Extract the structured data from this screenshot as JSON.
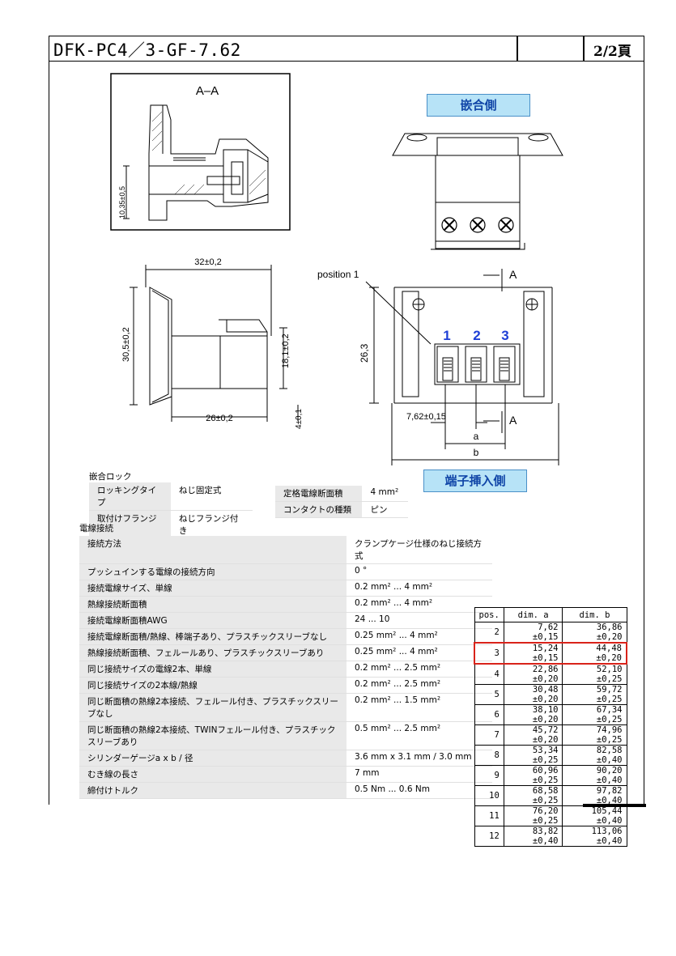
{
  "header": {
    "title": "DFK-PC4／3-GF-7.62",
    "page": "2/2頁"
  },
  "drawing": {
    "section_label": "A–A",
    "dim_section_h": "10,35±0,5",
    "dim_side_top": "32±0,2",
    "dim_side_h": "30,5±0,2",
    "dim_side_inner_h": "18,1±0,2",
    "dim_side_bottom": "26±0,2",
    "dim_side_foot": "4±0,1",
    "front_height": "26,3",
    "pitch": "7,62±0,15",
    "dim_a": "a",
    "dim_b": "b",
    "position_label": "position 1",
    "section_marker": "A",
    "pin_numbers": [
      "1",
      "2",
      "3"
    ]
  },
  "badges": {
    "mating": "嵌合側",
    "insertion": "端子挿入側"
  },
  "lock": {
    "heading": "嵌合ロック",
    "rows": [
      {
        "key": "ロッキングタイプ",
        "value": "ねじ固定式"
      },
      {
        "key": "取付けフランジ",
        "value": "ねじフランジ付き"
      }
    ]
  },
  "rated": {
    "rows": [
      {
        "key": "定格電線断面積",
        "value": "4 mm²"
      },
      {
        "key": "コンタクトの種類",
        "value": "ピン"
      }
    ]
  },
  "wire": {
    "heading": "電線接続",
    "rows": [
      {
        "key": "接続方法",
        "value": "クランプケージ仕様のねじ接続方式"
      },
      {
        "key": "プッシュインする電線の接続方向",
        "value": "0 °"
      },
      {
        "key": "接続電線サイズ、単線",
        "value": "0.2 mm² ... 4 mm²"
      },
      {
        "key": "熱線接続断面積",
        "value": "0.2 mm² ... 4 mm²"
      },
      {
        "key": "接続電線断面積AWG",
        "value": "24 ... 10"
      },
      {
        "key": "接続電線断面積/熱線、棒端子あり、プラスチックスリーブなし",
        "value": "0.25 mm² ... 4 mm²"
      },
      {
        "key": "熱線接続断面積、フェルールあり、プラスチックスリーブあり",
        "value": "0.25 mm² ... 4 mm²"
      },
      {
        "key": "同じ接続サイズの電線2本、単線",
        "value": "0.2 mm² ... 2.5 mm²"
      },
      {
        "key": "同じ接続サイズの2本線/熱線",
        "value": "0.2 mm² ... 2.5 mm²"
      },
      {
        "key": "同じ断面積の熱線2本接続、フェルール付き、プラスチックスリーブなし",
        "value": "0.2 mm² ... 1.5 mm²"
      },
      {
        "key": "同じ断面積の熱線2本接続、TWINフェルール付き、プラスチックスリーブあり",
        "value": "0.5 mm² ... 2.5 mm²"
      },
      {
        "key": "シリンダーゲージa x b / 径",
        "value": "3.6 mm x 3.1 mm / 3.0 mm"
      },
      {
        "key": "むき線の長さ",
        "value": "7 mm"
      },
      {
        "key": "締付けトルク",
        "value": "0.5 Nm ... 0.6 Nm"
      }
    ]
  },
  "dims_table": {
    "headers": [
      "pos.",
      "dim. a",
      "dim. b"
    ],
    "highlight_color": "#d9231a",
    "rows": [
      {
        "pos": "2",
        "a": "7,62 ±0,15",
        "b": "36,86 ±0,20"
      },
      {
        "pos": "3",
        "a": "15,24 ±0,15",
        "b": "44,48 ±0,20",
        "highlight": true
      },
      {
        "pos": "4",
        "a": "22,86 ±0,20",
        "b": "52,10 ±0,25"
      },
      {
        "pos": "5",
        "a": "30,48 ±0,20",
        "b": "59,72 ±0,25"
      },
      {
        "pos": "6",
        "a": "38,10 ±0,20",
        "b": "67,34 ±0,25"
      },
      {
        "pos": "7",
        "a": "45,72 ±0,20",
        "b": "74,96 ±0,25"
      },
      {
        "pos": "8",
        "a": "53,34 ±0,25",
        "b": "82,58 ±0,40"
      },
      {
        "pos": "9",
        "a": "60,96 ±0,25",
        "b": "90,20 ±0,40"
      },
      {
        "pos": "10",
        "a": "68,58 ±0,25",
        "b": "97,82 ±0,40"
      },
      {
        "pos": "11",
        "a": "76,20 ±0,25",
        "b": "105,44 ±0,40"
      },
      {
        "pos": "12",
        "a": "83,82 ±0,40",
        "b": "113,06 ±0,40"
      }
    ]
  }
}
